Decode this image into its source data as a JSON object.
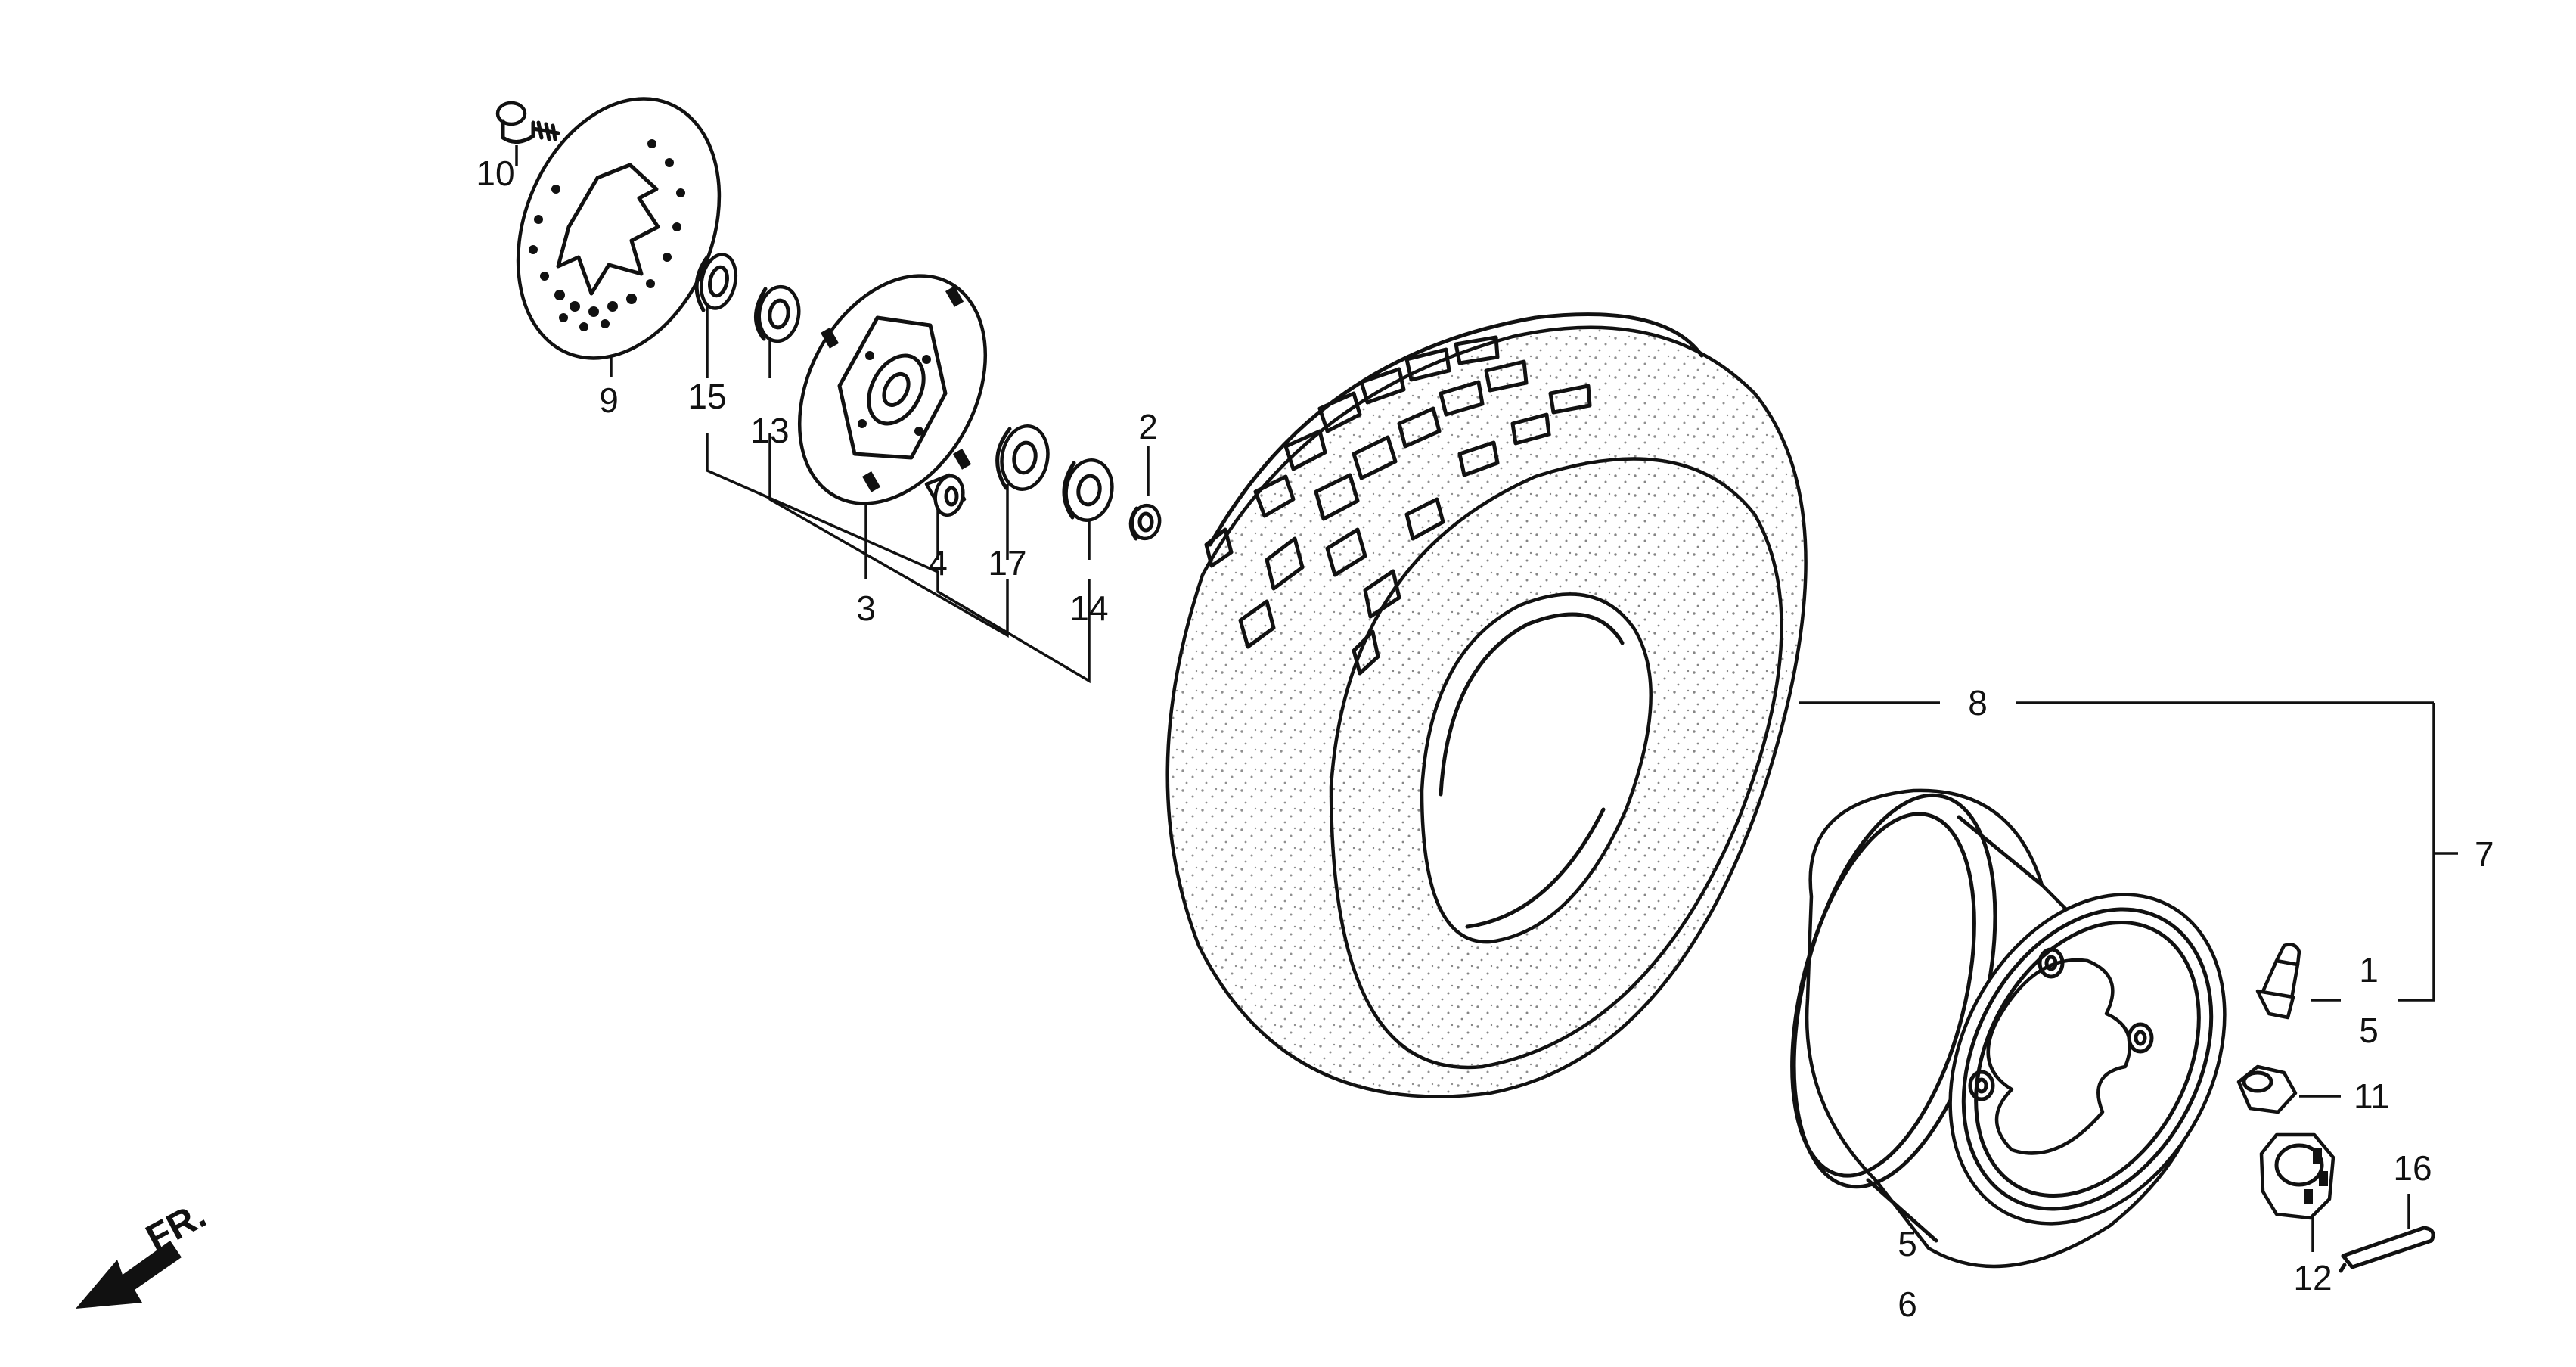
{
  "callouts": {
    "n1": "1",
    "n2": "2",
    "n3": "3",
    "n4": "4",
    "n5a": "5",
    "n5b": "5",
    "n6": "6",
    "n7": "7",
    "n8": "8",
    "n9": "9",
    "n10": "10",
    "n11": "11",
    "n12": "12",
    "n13": "13",
    "n14": "14",
    "n15": "15",
    "n16": "16",
    "n17": "17"
  },
  "direction_label": "FR.",
  "colors": {
    "ink": "#111111",
    "paper": "#ffffff"
  },
  "icons": {
    "direction_arrow": "arrow-down-left-icon"
  }
}
